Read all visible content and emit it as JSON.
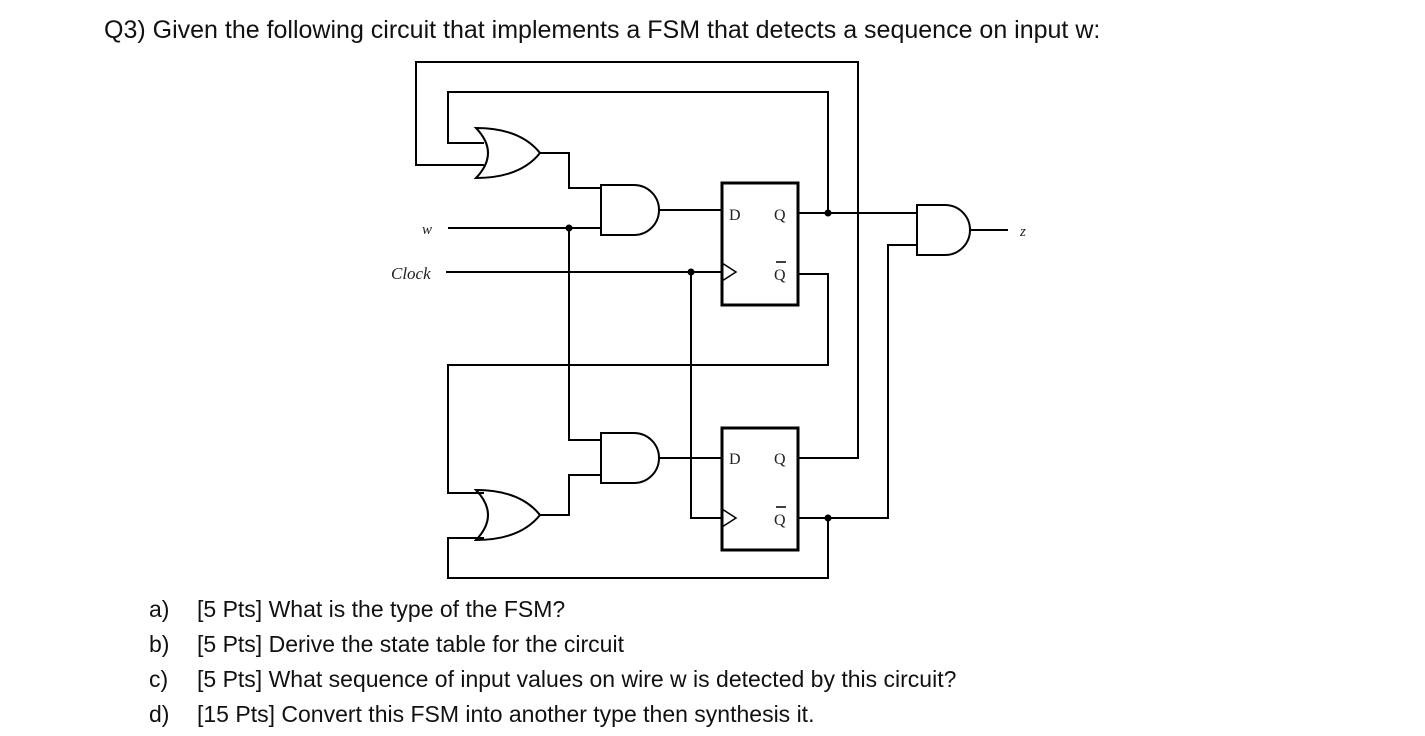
{
  "question": {
    "title": "Q3) Given the following circuit that implements a FSM that detects a sequence on input w:"
  },
  "circuit": {
    "input_w": "w",
    "input_clock": "Clock",
    "output_z": "z",
    "ff_top": {
      "d": "D",
      "q": "Q",
      "qbar": "Q"
    },
    "ff_bottom": {
      "d": "D",
      "q": "Q",
      "qbar": "Q"
    }
  },
  "parts": [
    {
      "letter": "a)",
      "text": "[5 Pts] What is the type of the FSM?"
    },
    {
      "letter": "b)",
      "text": "[5 Pts] Derive the state table for the circuit"
    },
    {
      "letter": "c)",
      "text": "[5 Pts] What sequence of input values on wire w is detected by this circuit?"
    },
    {
      "letter": "d)",
      "text": "[15 Pts] Convert this FSM into another type then synthesis it."
    }
  ]
}
